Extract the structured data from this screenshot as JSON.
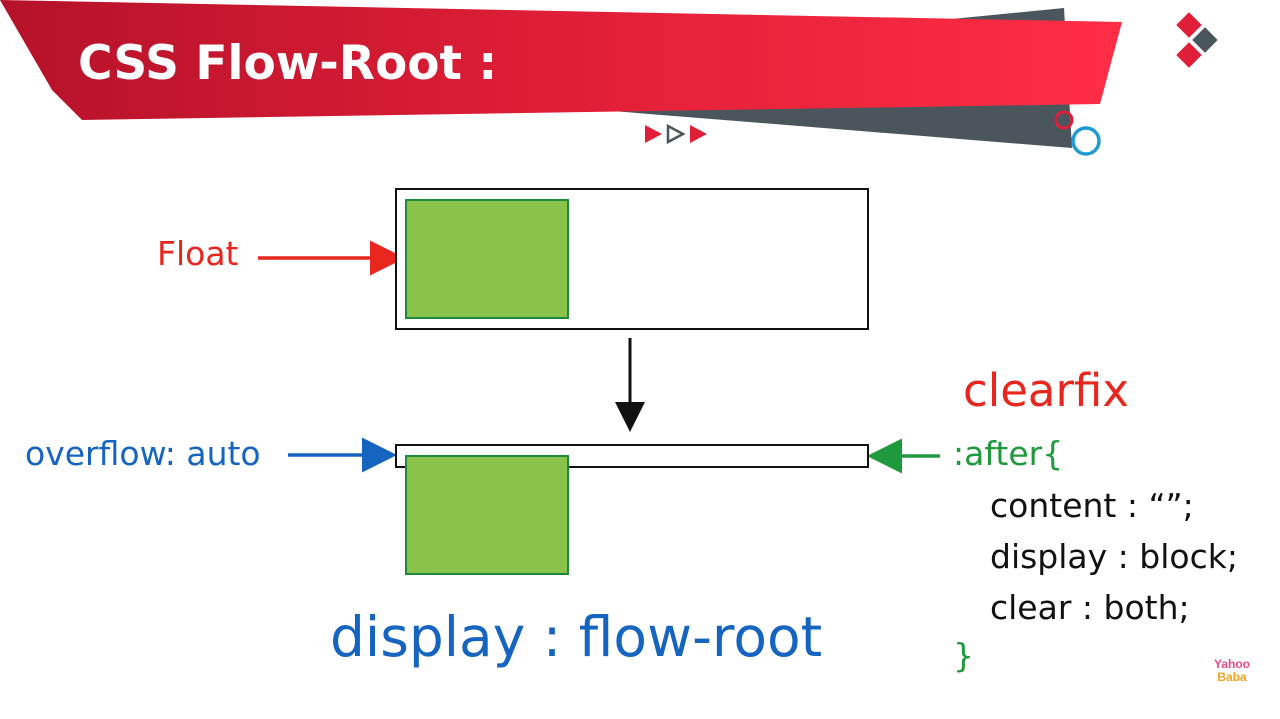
{
  "slide": {
    "title": "CSS Flow-Root :",
    "colors": {
      "banner_red": "#e01e37",
      "banner_gray": "#4a565c",
      "float": "#e8261e",
      "blue": "#1565c0",
      "green": "#1e9a3c",
      "box_fill": "#8bc34a"
    }
  },
  "diagram": {
    "float_label": "Float",
    "overflow_label": "overflow: auto",
    "flow_root_label": "display : flow-root"
  },
  "clearfix": {
    "title": "clearfix",
    "open": ":after{",
    "lines": [
      "content : “”;",
      "display : block;",
      "clear : both;"
    ],
    "close": "}"
  },
  "watermark": {
    "line1": "Yahoo",
    "line2": "Baba"
  }
}
